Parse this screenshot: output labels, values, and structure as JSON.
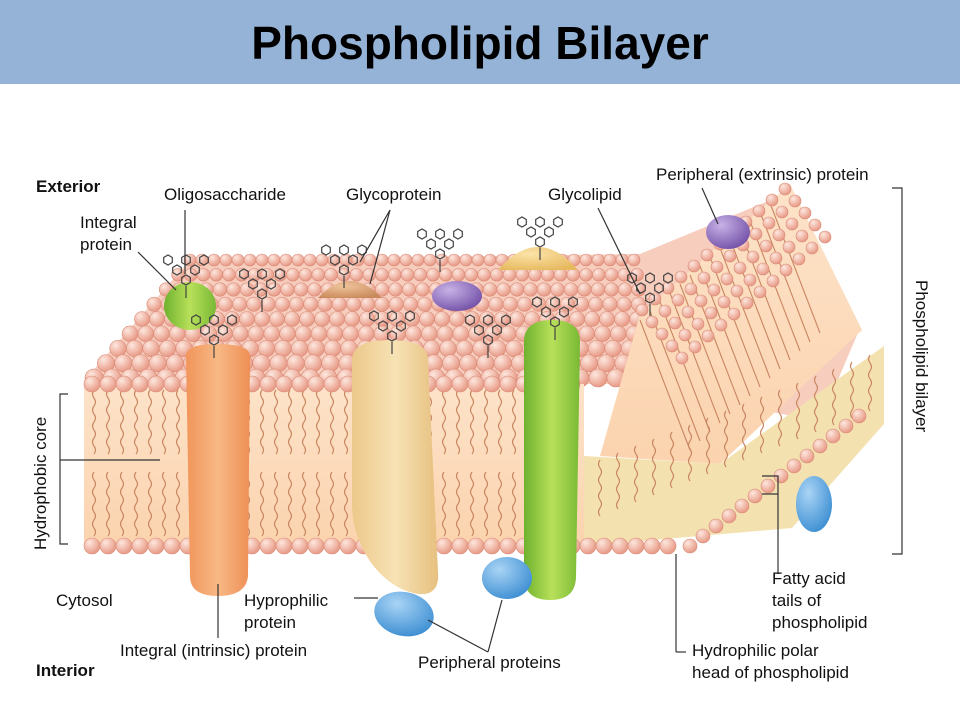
{
  "title": "Phospholipid Bilayer",
  "labels": {
    "exterior": "Exterior",
    "interior": "Interior",
    "cytosol": "Cytosol",
    "oligosaccharide": "Oligosaccharide",
    "glycoprotein": "Glycoprotein",
    "glycolipid": "Glycolipid",
    "peripheral_extrinsic": "Peripheral (extrinsic) protein",
    "integral_protein": [
      "Integral",
      "protein"
    ],
    "hydrophobic_core": "Hydrophobic core",
    "phospholipid_bilayer": "Phospholipid bilayer",
    "hydrophilic_protein": [
      "Hyprophilic",
      "protein"
    ],
    "integral_intrinsic": "Integral (intrinsic) protein",
    "peripheral_proteins": "Peripheral proteins",
    "fatty_acid": [
      "Fatty acid",
      "tails of",
      "phospholipid"
    ],
    "hydrophilic_head": [
      "Hydrophilic polar",
      "head of phospholipid"
    ]
  },
  "colors": {
    "title_bar": "#95b3d7",
    "head": "#f2b5a4",
    "tail": "#c98662",
    "integral_green": "#8bc53f",
    "glycoprotein_tan": "#eed59a",
    "integral_orange": "#f4a56c",
    "peripheral_blue": "#5aa7e2",
    "peripheral_purple": "#8c6bb8"
  }
}
